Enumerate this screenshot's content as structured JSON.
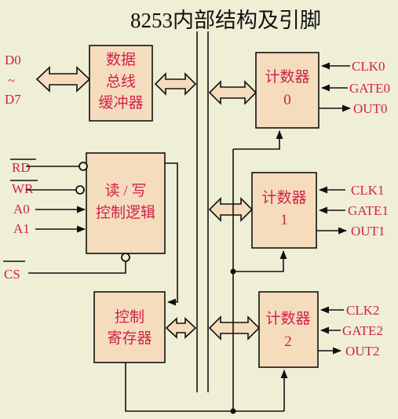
{
  "title": "8253内部结构及引脚",
  "data_bus_pins": {
    "top": "D0",
    "tilde": "~",
    "bottom": "D7"
  },
  "blocks": {
    "buffer": [
      "数据",
      "总线",
      "缓冲器"
    ],
    "rw_logic": [
      "读 / 写",
      "控制逻辑"
    ],
    "ctrl_reg": [
      "控制",
      "寄存器"
    ],
    "counter0": [
      "计数器",
      "0"
    ],
    "counter1": [
      "计数器",
      "1"
    ],
    "counter2": [
      "计数器",
      "2"
    ]
  },
  "control_pins": {
    "rd": "RD",
    "wr": "WR",
    "a0": "A0",
    "a1": "A1",
    "cs": "CS"
  },
  "counter_pins": {
    "c0": {
      "clk": "CLK0",
      "gate": "GATE0",
      "out": "OUT0"
    },
    "c1": {
      "clk": "CLK1",
      "gate": "GATE1",
      "out": "OUT1"
    },
    "c2": {
      "clk": "CLK2",
      "gate": "GATE2",
      "out": "OUT2"
    }
  },
  "colors": {
    "background": "#efefd6",
    "block_fill": "#f4dcbc",
    "label_red": "#d2204c",
    "line": "#111111"
  }
}
